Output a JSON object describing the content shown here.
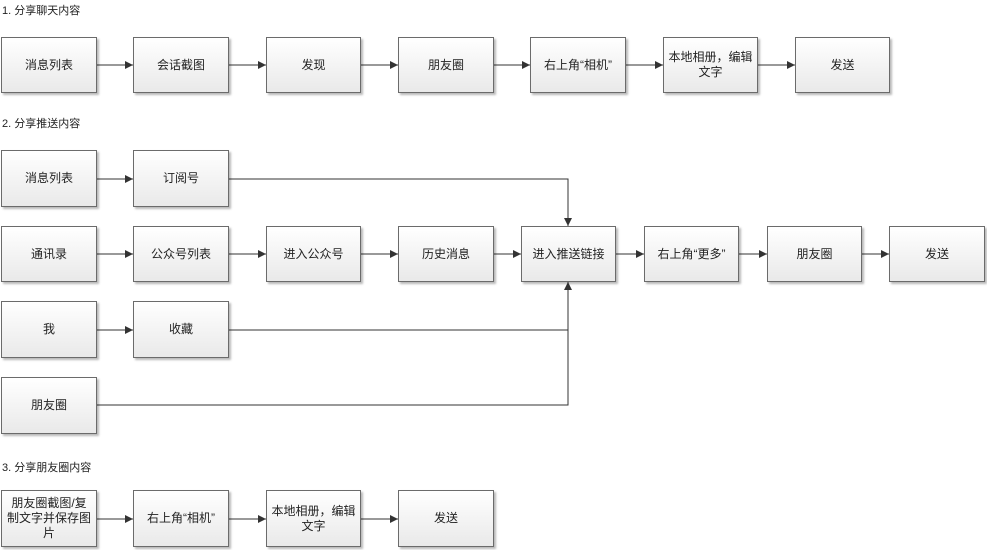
{
  "sections": [
    {
      "title": "1. 分享聊天内容",
      "steps": [
        "消息列表",
        "会话截图",
        "发现",
        "朋友圈",
        "右上角“相机”",
        "本地相册，编辑文字",
        "发送"
      ]
    },
    {
      "title": "2. 分享推送内容",
      "sources": [
        "消息列表",
        "订阅号",
        "通讯录",
        "公众号列表",
        "进入公众号",
        "历史消息",
        "我",
        "收藏",
        "朋友圈"
      ],
      "steps": [
        "进入推送链接",
        "右上角“更多”",
        "朋友圈",
        "发送"
      ]
    },
    {
      "title": "3. 分享朋友圈内容",
      "steps": [
        "朋友圈截图/复制文字并保存图片",
        "右上角“相机”",
        "本地相册，编辑文字",
        "发送"
      ]
    }
  ]
}
